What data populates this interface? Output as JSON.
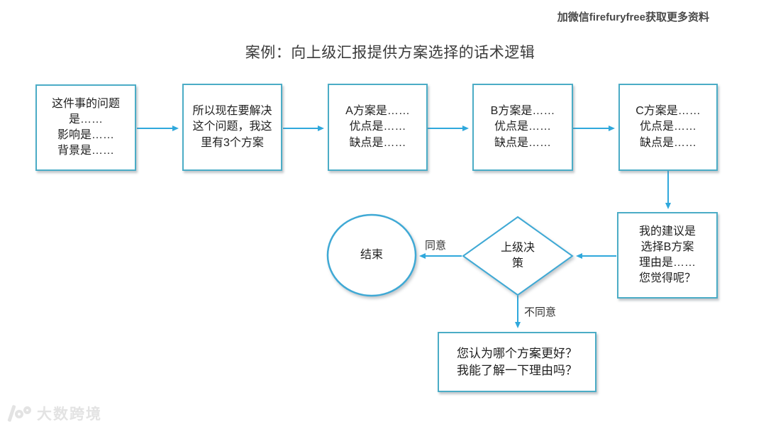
{
  "header": {
    "title": "案例：向上级汇报提供方案选择的话术逻辑",
    "watermark_top_right": "加微信firefuryfree获取更多资料"
  },
  "flowchart": {
    "colors": {
      "connector": "#2fa8dc",
      "box_border": "#4bacc6",
      "shape_border": "#3fa9d5",
      "text": "#1f1f1f"
    },
    "nodes": {
      "problem": {
        "text": "这件事的问题\n是……\n影响是……\n背景是……"
      },
      "solve": {
        "text": "所以现在要解决\n这个问题，我这\n里有3个方案"
      },
      "plan_a": {
        "text": "A方案是……\n优点是……\n缺点是……"
      },
      "plan_b": {
        "text": "B方案是……\n优点是……\n缺点是……"
      },
      "plan_c": {
        "text": "C方案是……\n优点是……\n缺点是……"
      },
      "suggestion": {
        "text": "我的建议是\n选择B方案\n理由是……\n您觉得呢？"
      },
      "decision": {
        "text": "上级决\n策"
      },
      "end": {
        "text": "结束"
      },
      "ask_reason": {
        "text": "您认为哪个方案更好？\n我能了解一下理由吗？"
      }
    },
    "edge_labels": {
      "agree": "同意",
      "disagree": "不同意"
    }
  },
  "footer": {
    "logo_icon": "100-logo",
    "logo_text": "大数跨境"
  }
}
